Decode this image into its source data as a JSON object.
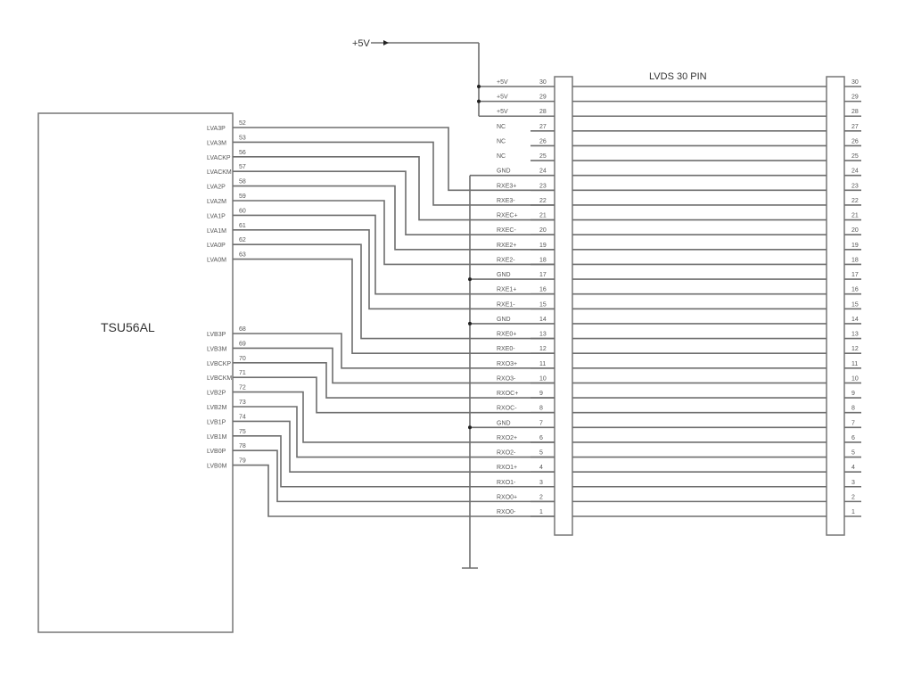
{
  "chip": {
    "name": "TSU56AL",
    "group_a": [
      {
        "signal": "LVA3P",
        "pin": "52",
        "conn_pin": 23
      },
      {
        "signal": "LVA3M",
        "pin": "53",
        "conn_pin": 22
      },
      {
        "signal": "LVACKP",
        "pin": "56",
        "conn_pin": 21
      },
      {
        "signal": "LVACKM",
        "pin": "57",
        "conn_pin": 20
      },
      {
        "signal": "LVA2P",
        "pin": "58",
        "conn_pin": 19
      },
      {
        "signal": "LVA2M",
        "pin": "59",
        "conn_pin": 18
      },
      {
        "signal": "LVA1P",
        "pin": "60",
        "conn_pin": 16
      },
      {
        "signal": "LVA1M",
        "pin": "61",
        "conn_pin": 15
      },
      {
        "signal": "LVA0P",
        "pin": "62",
        "conn_pin": 13
      },
      {
        "signal": "LVA0M",
        "pin": "63",
        "conn_pin": 12
      }
    ],
    "group_b": [
      {
        "signal": "LVB3P",
        "pin": "68",
        "conn_pin": 11
      },
      {
        "signal": "LVB3M",
        "pin": "69",
        "conn_pin": 10
      },
      {
        "signal": "LVBCKP",
        "pin": "70",
        "conn_pin": 9
      },
      {
        "signal": "LVBCKM",
        "pin": "71",
        "conn_pin": 8
      },
      {
        "signal": "LVB2P",
        "pin": "72",
        "conn_pin": 6
      },
      {
        "signal": "LVB2M",
        "pin": "73",
        "conn_pin": 5
      },
      {
        "signal": "LVB1P",
        "pin": "74",
        "conn_pin": 4
      },
      {
        "signal": "LVB1M",
        "pin": "75",
        "conn_pin": 3
      },
      {
        "signal": "LVB0P",
        "pin": "78",
        "conn_pin": 2
      },
      {
        "signal": "LVB0M",
        "pin": "79",
        "conn_pin": 1
      }
    ]
  },
  "power": {
    "label": "+5V",
    "pins": [
      30,
      29,
      28
    ]
  },
  "ground": {
    "pins": [
      24,
      17,
      14,
      7
    ]
  },
  "connector": {
    "title": "LVDS 30 PIN",
    "pins": [
      {
        "num": 30,
        "name": "+5V"
      },
      {
        "num": 29,
        "name": "+5V"
      },
      {
        "num": 28,
        "name": "+5V"
      },
      {
        "num": 27,
        "name": "NC"
      },
      {
        "num": 26,
        "name": "NC"
      },
      {
        "num": 25,
        "name": "NC"
      },
      {
        "num": 24,
        "name": "GND"
      },
      {
        "num": 23,
        "name": "RXE3+"
      },
      {
        "num": 22,
        "name": "RXE3-"
      },
      {
        "num": 21,
        "name": "RXEC+"
      },
      {
        "num": 20,
        "name": "RXEC-"
      },
      {
        "num": 19,
        "name": "RXE2+"
      },
      {
        "num": 18,
        "name": "RXE2-"
      },
      {
        "num": 17,
        "name": "GND"
      },
      {
        "num": 16,
        "name": "RXE1+"
      },
      {
        "num": 15,
        "name": "RXE1-"
      },
      {
        "num": 14,
        "name": "GND"
      },
      {
        "num": 13,
        "name": "RXE0+"
      },
      {
        "num": 12,
        "name": "RXE0-"
      },
      {
        "num": 11,
        "name": "RXO3+"
      },
      {
        "num": 10,
        "name": "RXO3-"
      },
      {
        "num": 9,
        "name": "RXOC+"
      },
      {
        "num": 8,
        "name": "RXOC-"
      },
      {
        "num": 7,
        "name": "GND"
      },
      {
        "num": 6,
        "name": "RXO2+"
      },
      {
        "num": 5,
        "name": "RXO2-"
      },
      {
        "num": 4,
        "name": "RXO1+"
      },
      {
        "num": 3,
        "name": "RXO1-"
      },
      {
        "num": 2,
        "name": "RXO0+"
      },
      {
        "num": 1,
        "name": "RXO0-"
      }
    ]
  }
}
